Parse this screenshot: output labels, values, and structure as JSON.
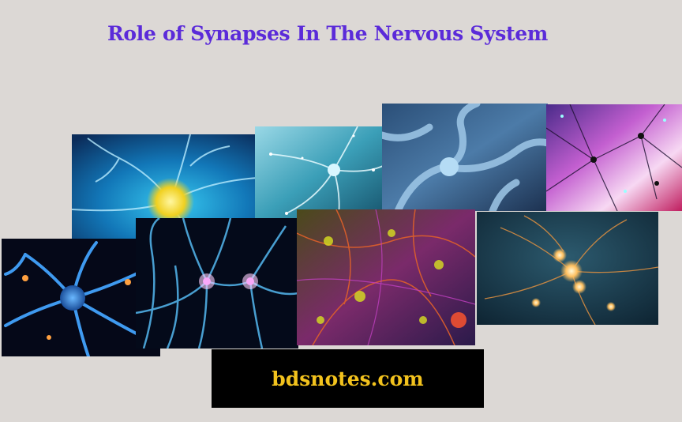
{
  "page": {
    "title": "Role of Synapses In The Nervous System",
    "brand_text": "bdsnotes.com"
  },
  "colors": {
    "background": "#dcd8d5",
    "title": "#5b2bd9",
    "brand_bg": "#000000",
    "brand_text": "#f2c21d"
  },
  "collage": {
    "tiles": [
      {
        "name": "blue-neuron-yellow-soma-image"
      },
      {
        "name": "teal-neuron-white-dots-image"
      },
      {
        "name": "grey-blue-neurons-image"
      },
      {
        "name": "pink-purple-network-image"
      },
      {
        "name": "blue-neuron-orange-glow-image"
      },
      {
        "name": "blue-fibers-pink-cells-image"
      },
      {
        "name": "colorful-neural-tissue-image"
      },
      {
        "name": "dark-teal-glowing-neurons-image"
      }
    ]
  }
}
